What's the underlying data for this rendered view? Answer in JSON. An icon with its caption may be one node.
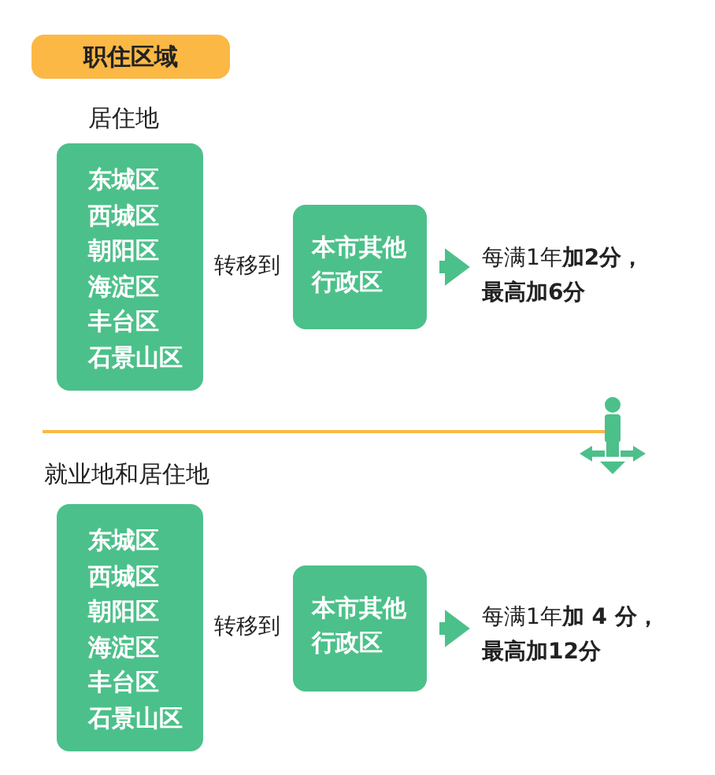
{
  "diagram": {
    "title": "职住区域",
    "nodes": [
      {
        "text": [
          "居住地",
          "东城区",
          "西城区",
          "朝阳区",
          "海淀区",
          "丰台区",
          "石景山区"
        ]
      },
      {
        "text": [
          "本市其他行政区"
        ]
      },
      {
        "text": [
          "每满1年**加2分，最高加6分**"
        ]
      },
      {
        "text": [
          "就业地和居住地",
          "东城区",
          "西城区",
          "朝阳区",
          "海淀区",
          "丰台区",
          "石景山区"
        ]
      },
      {
        "text": [
          "本市其他行政区"
        ]
      },
      {
        "text": [
          "每满1年**加 4 分，最高加12分**"
        ]
      }
    ],
    "edges": [
      {
        "from": 1,
        "to": 2,
        "arrow": "to"
      },
      {
        "from": 4,
        "to": 5,
        "arrow": "to"
      }
    ],
    "labels": [
      "转移到",
      "转移到"
    ]
  }
}
